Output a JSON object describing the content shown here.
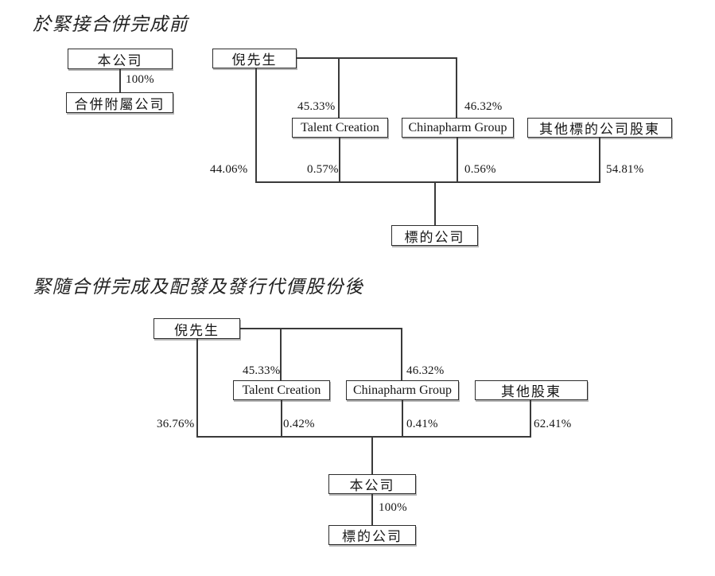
{
  "colors": {
    "background": "#ffffff",
    "text": "#161616",
    "box_border": "#2d2d2d",
    "connector_line": "#3a3a3a"
  },
  "diagram_before": {
    "title": "於緊接合併完成前",
    "boxes": {
      "company": "本公司",
      "merger_subsidiary": "合併附屬公司",
      "mr_ni": "倪先生",
      "talent_creation": "Talent Creation",
      "chinapharm_group": "Chinapharm Group",
      "other_target_shareholders": "其他標的公司股東",
      "target_company": "標的公司"
    },
    "percentages": {
      "company_to_merger_subsidiary": "100%",
      "ni_to_talent": "45.33%",
      "ni_to_chinapharm": "46.32%",
      "ni_to_target": "44.06%",
      "talent_to_target": "0.57%",
      "chinapharm_to_target": "0.56%",
      "others_to_target": "54.81%"
    }
  },
  "diagram_after": {
    "title": "緊隨合併完成及配發及發行代價股份後",
    "boxes": {
      "mr_ni": "倪先生",
      "talent_creation": "Talent Creation",
      "chinapharm_group": "Chinapharm Group",
      "other_shareholders": "其他股東",
      "company": "本公司",
      "target_company": "標的公司"
    },
    "percentages": {
      "ni_to_talent": "45.33%",
      "ni_to_chinapharm": "46.32%",
      "ni_to_company": "36.76%",
      "talent_to_company": "0.42%",
      "chinapharm_to_company": "0.41%",
      "others_to_company": "62.41%",
      "company_to_target": "100%"
    }
  }
}
